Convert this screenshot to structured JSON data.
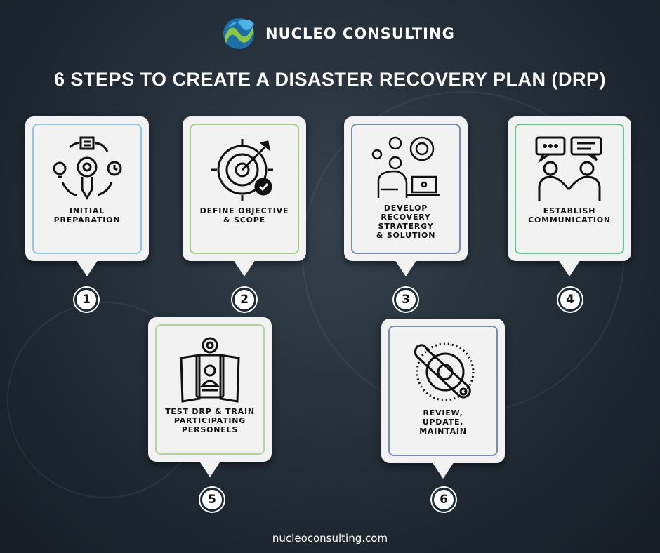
{
  "brand": {
    "name": "NUCLEO CONSULTING",
    "logo_icon": "nucleo-logo"
  },
  "title": "6 STEPS TO CREATE A DISASTER RECOVERY PLAN (DRP)",
  "steps": [
    {
      "number": "1",
      "label": "INITIAL\nPREPARATION",
      "icon": "preparation-cycle-icon",
      "border": "#8ec9e0"
    },
    {
      "number": "2",
      "label": "DEFINE OBJECTIVE\n& SCOPE",
      "icon": "target-arrow-icon",
      "border": "#a8cc88"
    },
    {
      "number": "3",
      "label": "DEVELOP\nRECOVERY\nSTRATERGY\n& SOLUTION",
      "icon": "person-laptop-gears-icon",
      "border": "#7a8cb0"
    },
    {
      "number": "4",
      "label": "ESTABLISH\nCOMMUNICATION",
      "icon": "conversation-icon",
      "border": "#5fc98f"
    },
    {
      "number": "5",
      "label": "TEST DRP & TRAIN\nPARTICIPATING\nPERSONELS",
      "icon": "id-badge-gear-icon",
      "border": "#b3d49a"
    },
    {
      "number": "6",
      "label": "REVIEW,\nUPDATE,\nMAINTAIN",
      "icon": "wrench-gear-icon",
      "border": "#7a8cb0"
    }
  ],
  "footer": "nucleoconsulting.com"
}
